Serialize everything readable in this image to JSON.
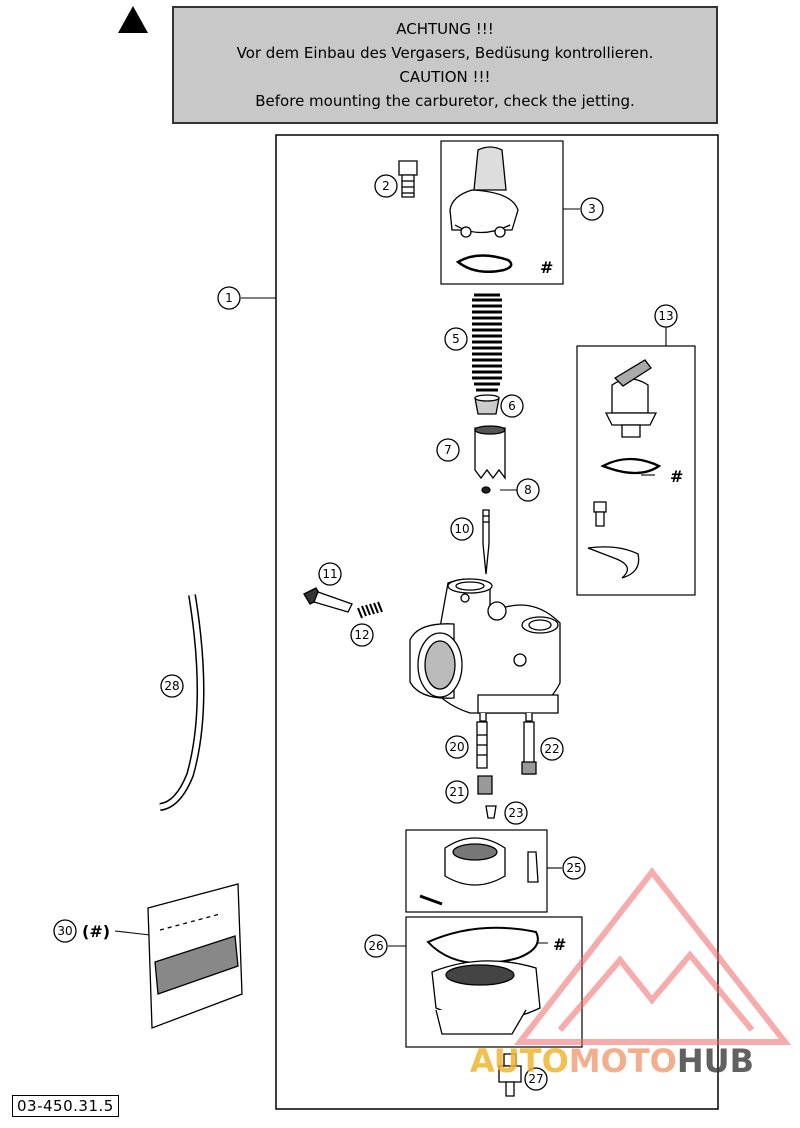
{
  "caution": {
    "line1": "ACHTUNG !!!",
    "line2": "Vor dem Einbau des Vergasers, Bedüsung kontrollieren.",
    "line3": "CAUTION !!!",
    "line4": "Before mounting the carburetor, check the jetting."
  },
  "callouts": {
    "c1": "1",
    "c2": "2",
    "c3": "3",
    "c5": "5",
    "c6": "6",
    "c7": "7",
    "c8": "8",
    "c10": "10",
    "c11": "11",
    "c12": "12",
    "c13": "13",
    "c20": "20",
    "c21": "21",
    "c22": "22",
    "c23": "23",
    "c25": "25",
    "c26": "26",
    "c27": "27",
    "c28": "28",
    "c30": "30"
  },
  "marks": {
    "hash": "#",
    "hash_paren": "(#)"
  },
  "part_number": "03-450.31.5",
  "watermark": {
    "auto": "AUTO",
    "moto": "MOTO",
    "hub": "HUB"
  },
  "icons": [
    "warning-triangle-icon"
  ]
}
